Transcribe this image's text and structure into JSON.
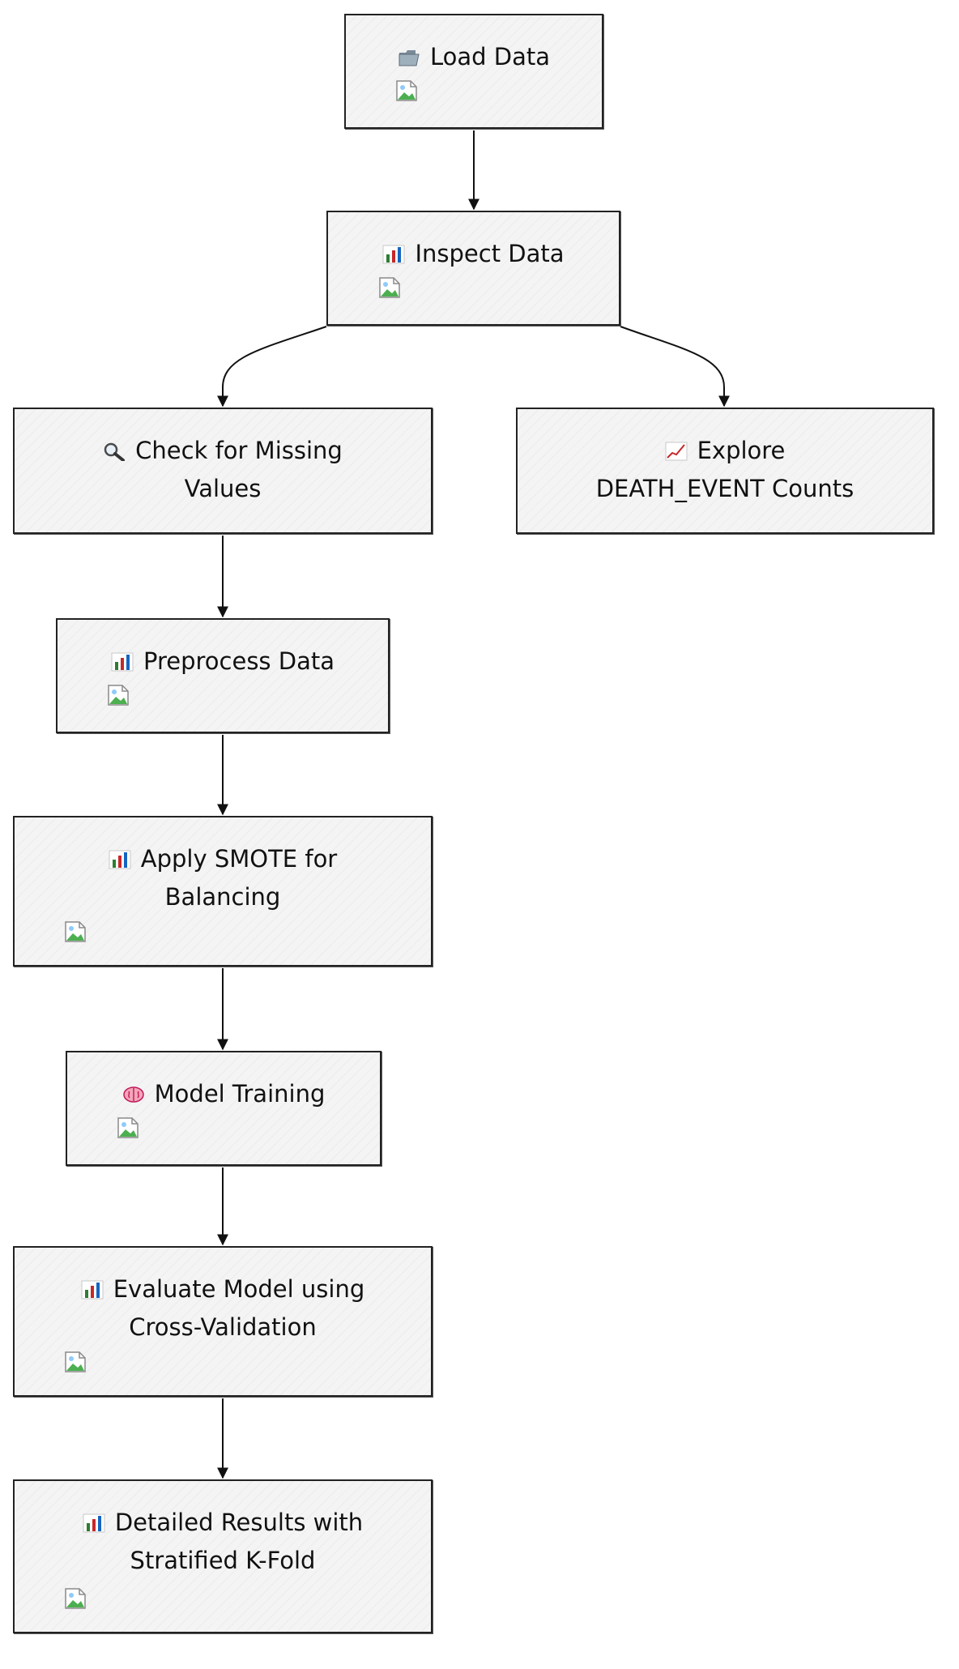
{
  "diagram": {
    "nodes": [
      {
        "id": "load-data",
        "label": "Load Data",
        "icon": "folder-icon"
      },
      {
        "id": "inspect-data",
        "label": "Inspect Data",
        "icon": "bar-chart-icon"
      },
      {
        "id": "check-missing",
        "label": "Check for Missing\nValues",
        "icon": "magnifier-icon"
      },
      {
        "id": "explore-death-event",
        "label": "Explore\nDEATH_EVENT Counts",
        "icon": "line-chart-icon"
      },
      {
        "id": "preprocess-data",
        "label": "Preprocess Data",
        "icon": "bar-chart-icon"
      },
      {
        "id": "apply-smote",
        "label": "Apply SMOTE for\nBalancing",
        "icon": "bar-chart-icon"
      },
      {
        "id": "model-training",
        "label": "Model Training",
        "icon": "brain-icon"
      },
      {
        "id": "evaluate-model",
        "label": "Evaluate Model using\nCross-Validation",
        "icon": "bar-chart-icon"
      },
      {
        "id": "detailed-results",
        "label": "Detailed Results with\nStratified K-Fold",
        "icon": "bar-chart-icon"
      }
    ],
    "edges": [
      {
        "from": "load-data",
        "to": "inspect-data"
      },
      {
        "from": "inspect-data",
        "to": "check-missing"
      },
      {
        "from": "inspect-data",
        "to": "explore-death-event"
      },
      {
        "from": "check-missing",
        "to": "preprocess-data"
      },
      {
        "from": "preprocess-data",
        "to": "apply-smote"
      },
      {
        "from": "apply-smote",
        "to": "model-training"
      },
      {
        "from": "model-training",
        "to": "evaluate-model"
      },
      {
        "from": "evaluate-model",
        "to": "detailed-results"
      }
    ]
  }
}
